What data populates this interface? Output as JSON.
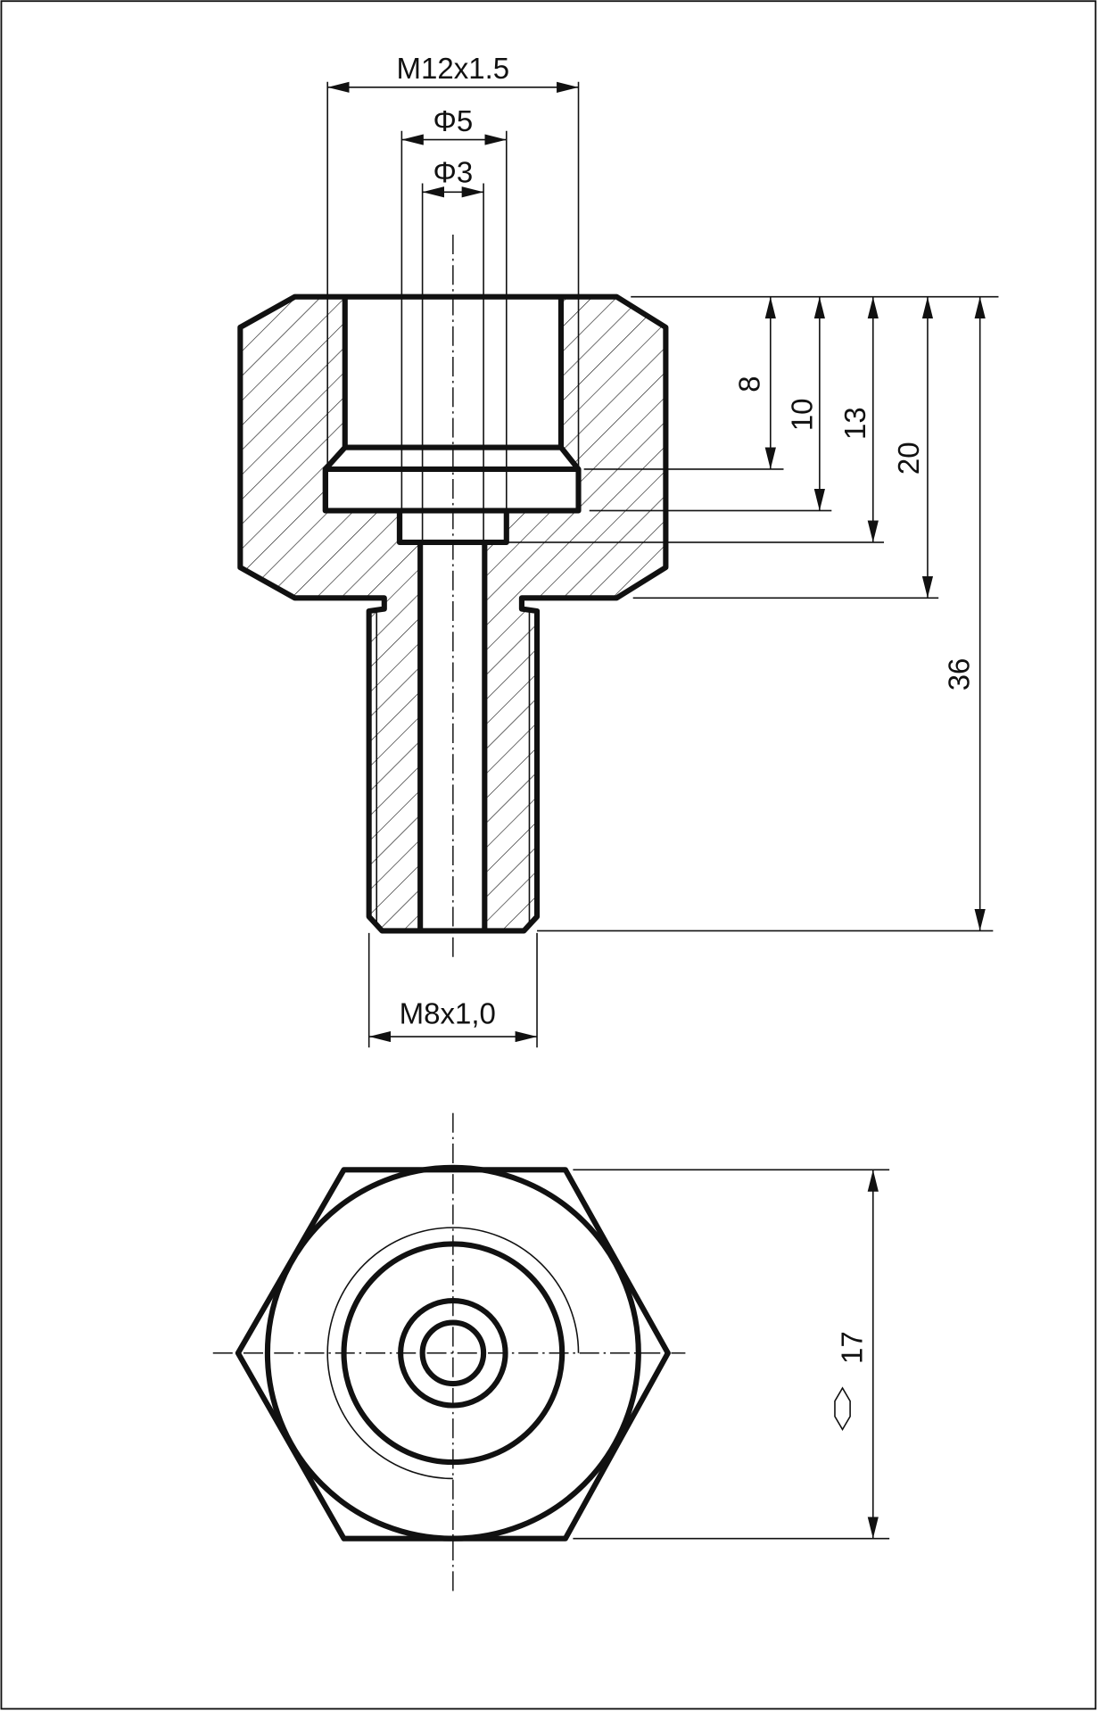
{
  "drawing": {
    "dimensions": {
      "top_thread": "M12x1.5",
      "bore_large": "Φ5",
      "bore_small": "Φ3",
      "depth_8": "8",
      "depth_10": "10",
      "depth_13": "13",
      "depth_20": "20",
      "length_36": "36",
      "bottom_thread": "M8x1,0",
      "hex_width": "17"
    },
    "colors": {
      "line": "#111111",
      "background": "#ffffff"
    }
  }
}
